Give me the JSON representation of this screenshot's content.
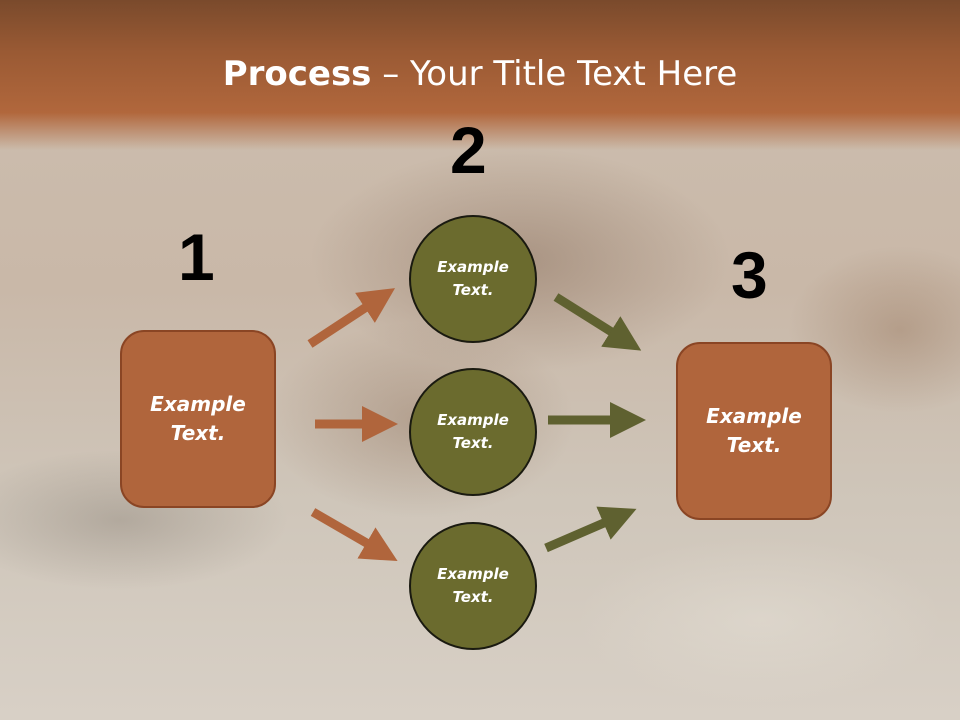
{
  "slide": {
    "title_bold": "Process",
    "title_rest": " – Your Title Text Here"
  },
  "steps": {
    "n1": "1",
    "n2": "2",
    "n3": "3"
  },
  "start_box": {
    "line1": "Example",
    "line2": "Text."
  },
  "circles": [
    {
      "line1": "Example",
      "line2": "Text."
    },
    {
      "line1": "Example",
      "line2": "Text."
    },
    {
      "line1": "Example",
      "line2": "Text."
    }
  ],
  "end_box": {
    "line1": "Example",
    "line2": "Text."
  },
  "colors": {
    "header": "#9a5a34",
    "box": "#b0653c",
    "circle": "#6b6b2e",
    "arrow_brown": "#b0653c",
    "arrow_olive": "#5f6130"
  }
}
